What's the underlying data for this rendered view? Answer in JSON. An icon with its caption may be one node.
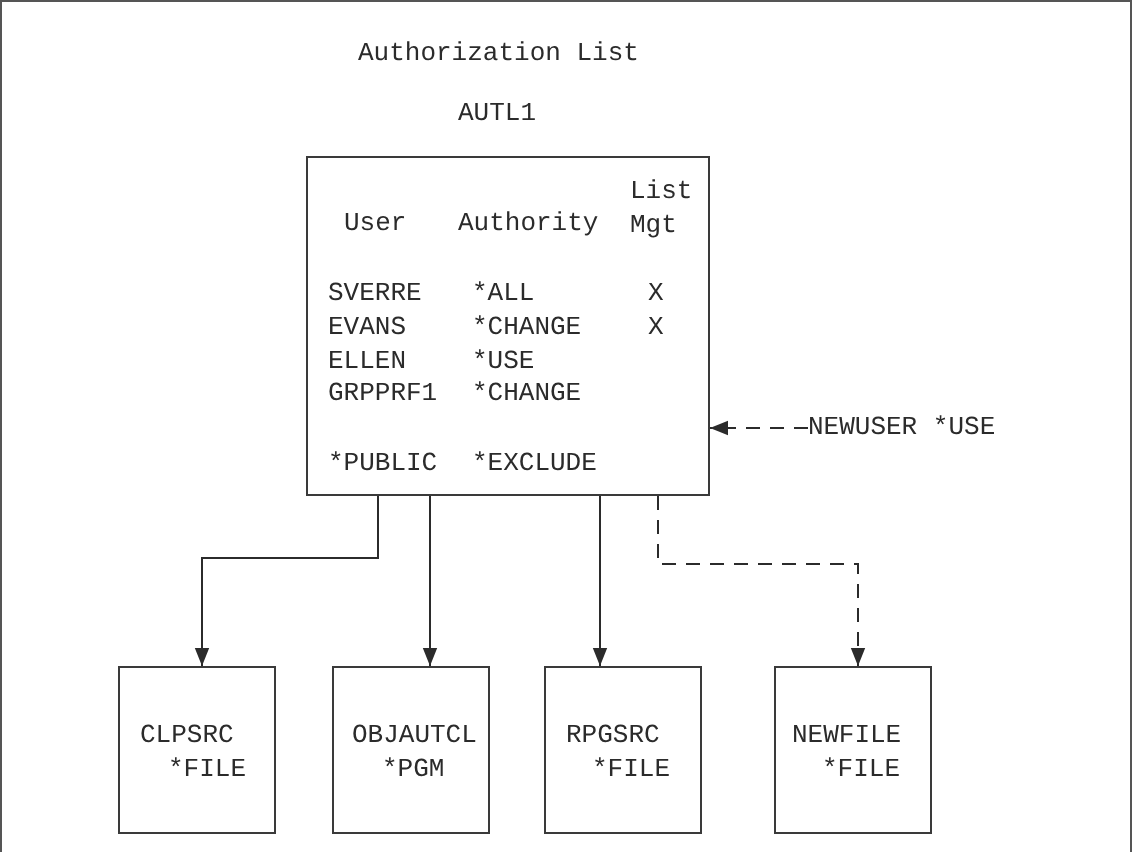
{
  "diagram": {
    "title": "Authorization List",
    "nodes": [
      {
        "text": [
          "AUTL1",
          "User",
          "Authority",
          "List Mgt",
          "SVERRE",
          "*ALL",
          "X",
          "EVANS",
          "*CHANGE",
          "X",
          "ELLEN",
          "*USE",
          "GRPPRF1",
          "*CHANGE",
          "*PUBLIC",
          "*EXCLUDE"
        ]
      },
      {
        "text": [
          "CLPSRC",
          "*FILE"
        ]
      },
      {
        "text": [
          "OBJAUTCL",
          "*PGM"
        ]
      },
      {
        "text": [
          "RPGSRC",
          "*FILE"
        ]
      },
      {
        "text": [
          "NEWFILE",
          "*FILE"
        ]
      },
      {
        "text": [
          "NEWUSER *USE"
        ]
      }
    ],
    "edges": [
      {
        "from": 0,
        "to": 1,
        "arrow": "to"
      },
      {
        "from": 0,
        "to": 2,
        "arrow": "to"
      },
      {
        "from": 0,
        "to": 3,
        "arrow": "to"
      },
      {
        "from": 0,
        "to": 4,
        "arrow": "to",
        "style": "dashed"
      },
      {
        "from": 5,
        "to": 0,
        "arrow": "to",
        "style": "dashed"
      }
    ]
  }
}
